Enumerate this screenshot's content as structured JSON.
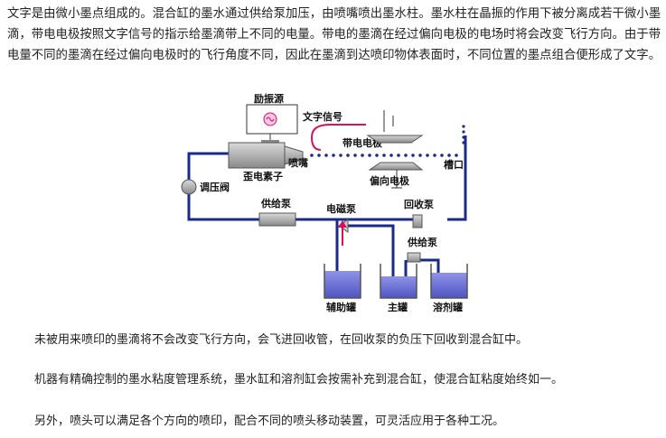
{
  "intro": "文字是由微小墨点组成的。混合缸的墨水通过供给泵加压，由喷嘴喷出墨水柱。墨水柱在晶振的作用下被分离成若干微小墨滴，带电电极按照文字信号的指示给墨滴带上不同的电量。带电的墨滴在经过偏向电极的电场时将会改变飞行方向。由于带电量不同的墨滴在经过偏向电极时的飞行角度不同，因此在墨滴到达喷印物体表面时，不同位置的墨点组合便形成了文字。",
  "diagram": {
    "labels": {
      "exciter": "励振源",
      "text_signal": "文字信号",
      "charge_electrode": "带电电极",
      "nozzle": "喷嘴",
      "piezo": "歪电素子",
      "gutter": "槽口",
      "deflect_electrode": "偏向电极",
      "pressure_valve": "调压阀",
      "supply_pump_main": "供给泵",
      "solenoid_pump": "电磁泵",
      "recovery_pump": "回收泵",
      "supply_pump_solvent": "供给泵",
      "aux_tank": "辅助罐",
      "main_tank": "主罐",
      "solvent_tank": "溶剂罐"
    },
    "colors": {
      "pipe": "#1a2a8a",
      "ink": "#6b6fd6",
      "signal": "#d4145a",
      "arrow": "#d4145a"
    }
  },
  "paragraphs": [
    "未被用来喷印的墨滴将不会改变飞行方向，会飞进回收管，在回收泵的负压下回收到混合缸中。",
    "机器有精确控制的墨水粘度管理系统，墨水缸和溶剂缸会按需补充到混合缸，使混合缸粘度始终如一。",
    "另外，喷头可以满足各个方向的喷印，配合不同的喷头移动装置，可灵活应用于各种工况。"
  ]
}
